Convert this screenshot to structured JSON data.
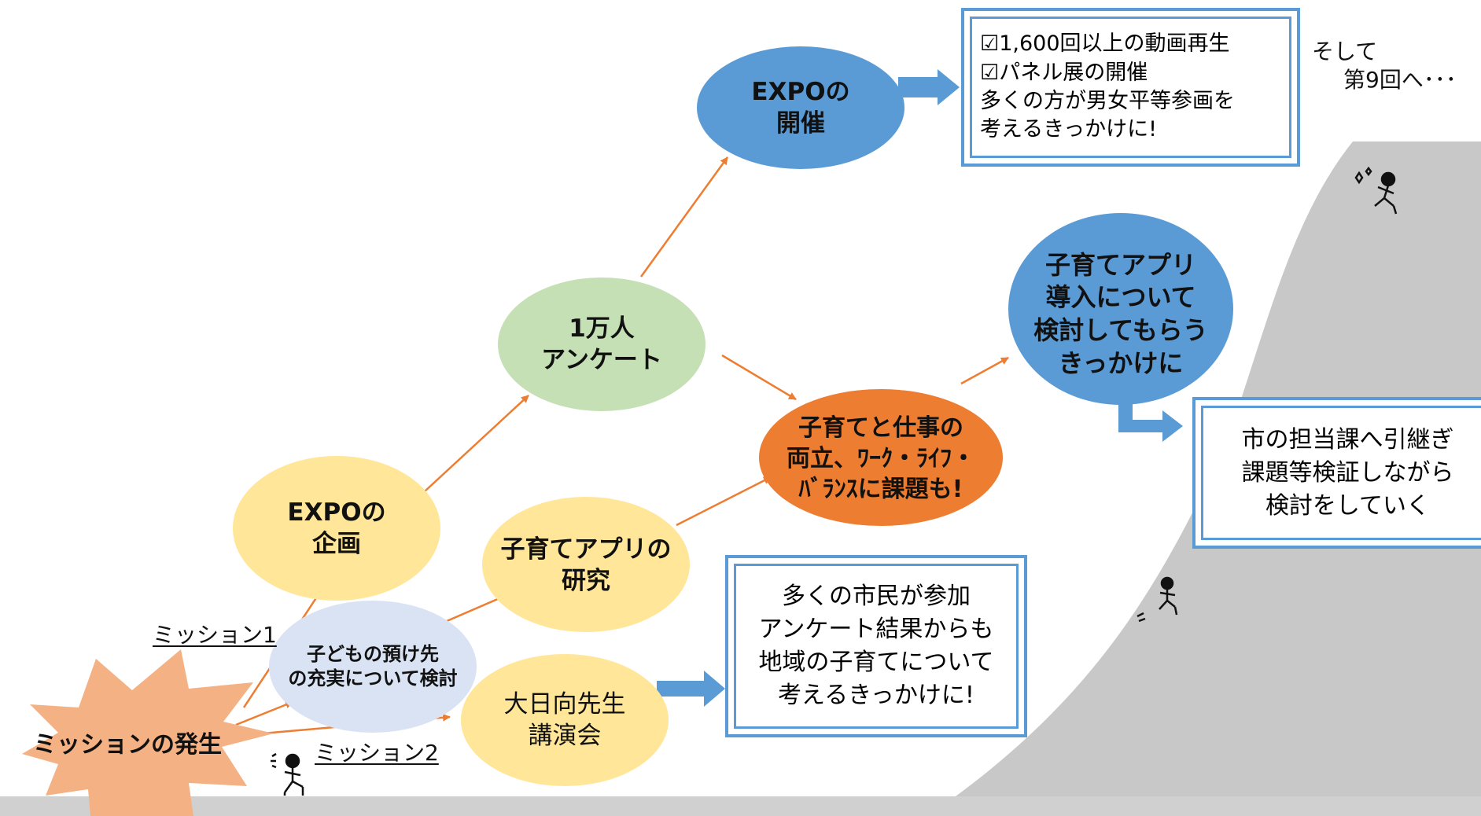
{
  "colors": {
    "blue_node": "#5b9bd5",
    "green_node": "#c5e0b4",
    "yellow_node": "#ffe699",
    "pale_blue_node": "#dae3f3",
    "orange_node": "#ed7d31",
    "burst": "#f4b183",
    "arrow": "#ed7d31",
    "block_arrow": "#5b9bd5",
    "hill": "#c8c8c8",
    "ground": "#d0d0d0"
  },
  "nodes": {
    "mission_origin": {
      "label": "ミッションの発生"
    },
    "expo_plan": {
      "lines": [
        "EXPOの",
        "企画"
      ]
    },
    "survey": {
      "lines": [
        "1万人",
        "アンケート"
      ]
    },
    "expo_held": {
      "lines": [
        "EXPOの",
        "開催"
      ]
    },
    "childcare": {
      "lines": [
        "子どもの預け先",
        "の充実について検討"
      ]
    },
    "app_research": {
      "lines": [
        "子育てアプリの",
        "研究"
      ]
    },
    "lecture": {
      "lines": [
        "大日向先生",
        "講演会"
      ]
    },
    "work_life": {
      "lines": [
        "子育てと仕事の",
        "両立、ﾜｰｸ・ﾗｲﾌ・",
        "ﾊﾞﾗﾝｽに課題も!"
      ]
    },
    "app_intro": {
      "lines": [
        "子育てアプリ",
        "導入について",
        "検討してもらう",
        "きっかけに"
      ]
    }
  },
  "labels": {
    "mission1": "ミッション1",
    "mission2": "ミッション2",
    "next_line1": "そして",
    "next_line2": "第9回へ･･･"
  },
  "boxes": {
    "expo_result": {
      "lines": [
        "☑1,600回以上の動画再生",
        "☑パネル展の開催",
        "多くの方が男女平等参画を",
        "考えるきっかけに!"
      ]
    },
    "city_handover": {
      "lines": [
        "市の担当課へ引継ぎ",
        "課題等検証しながら",
        "検討をしていく"
      ]
    },
    "citizens": {
      "lines": [
        "多くの市民が参加",
        "アンケート結果からも",
        "地域の子育てについて",
        "考えるきっかけに!"
      ]
    }
  }
}
